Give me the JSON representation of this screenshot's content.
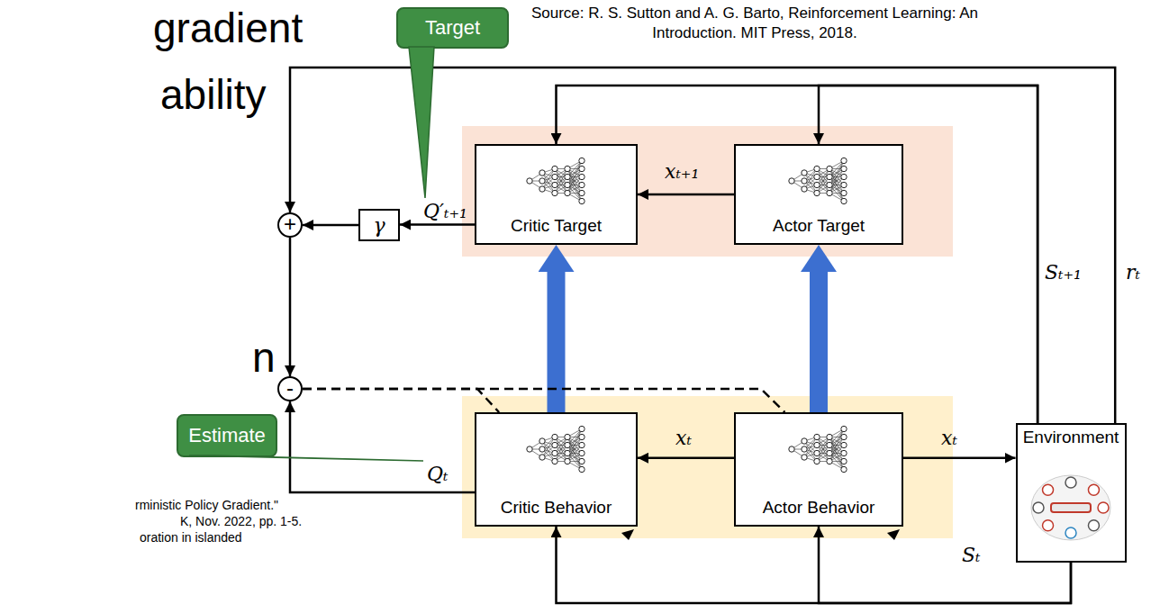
{
  "diagram": {
    "nodes": [
      {
        "text": [
          "Target"
        ]
      },
      {
        "text": [
          "+"
        ]
      },
      {
        "text": [
          "γ"
        ]
      },
      {
        "text": [
          "Critic Target"
        ]
      },
      {
        "text": [
          "Actor Target"
        ]
      },
      {
        "text": [
          "-"
        ]
      },
      {
        "text": [
          "Estimate"
        ]
      },
      {
        "text": [
          "Critic Behavior"
        ]
      },
      {
        "text": [
          "Actor Behavior"
        ]
      },
      {
        "text": [
          "Environment"
        ]
      }
    ],
    "edges": [
      {
        "from": 4,
        "to": 3,
        "arrow": "to",
        "label": "xₜ₊₁"
      },
      {
        "from": 3,
        "to": 2,
        "arrow": "to",
        "label": "Q′ₜ₊₁"
      },
      {
        "from": 2,
        "to": 1,
        "arrow": "to"
      },
      {
        "from": 1,
        "to": 5,
        "arrow": "to"
      },
      {
        "from": 7,
        "to": 5,
        "arrow": "to",
        "label": "Qₜ"
      },
      {
        "from": 8,
        "to": 7,
        "arrow": "to",
        "label": "xₜ"
      },
      {
        "from": 8,
        "to": 9,
        "arrow": "to",
        "label": "xₜ"
      },
      {
        "from": 9,
        "to": 3,
        "arrow": "to"
      },
      {
        "from": 9,
        "to": 4,
        "arrow": "to",
        "label": "Sₜ₊₁"
      },
      {
        "from": 9,
        "to": 1,
        "arrow": "to",
        "label": "rₜ"
      },
      {
        "from": 9,
        "to": 7,
        "arrow": "to"
      },
      {
        "from": 9,
        "to": 8,
        "arrow": "to",
        "label": "Sₜ"
      },
      {
        "from": 5,
        "to": 7,
        "arrow": "none"
      },
      {
        "from": 5,
        "to": 8,
        "arrow": "none"
      },
      {
        "from": 7,
        "to": 3,
        "arrow": "to"
      },
      {
        "from": 8,
        "to": 4,
        "arrow": "to"
      }
    ],
    "labels": [
      "Source: R. S. Sutton and A. G. Barto, Reinforcement Learning: An Introduction. MIT Press, 2018.",
      "gradient",
      "ability",
      "n",
      "rministic Policy Gradient.\"",
      "K, Nov. 2022, pp. 1-5.",
      "oration in islanded"
    ]
  }
}
